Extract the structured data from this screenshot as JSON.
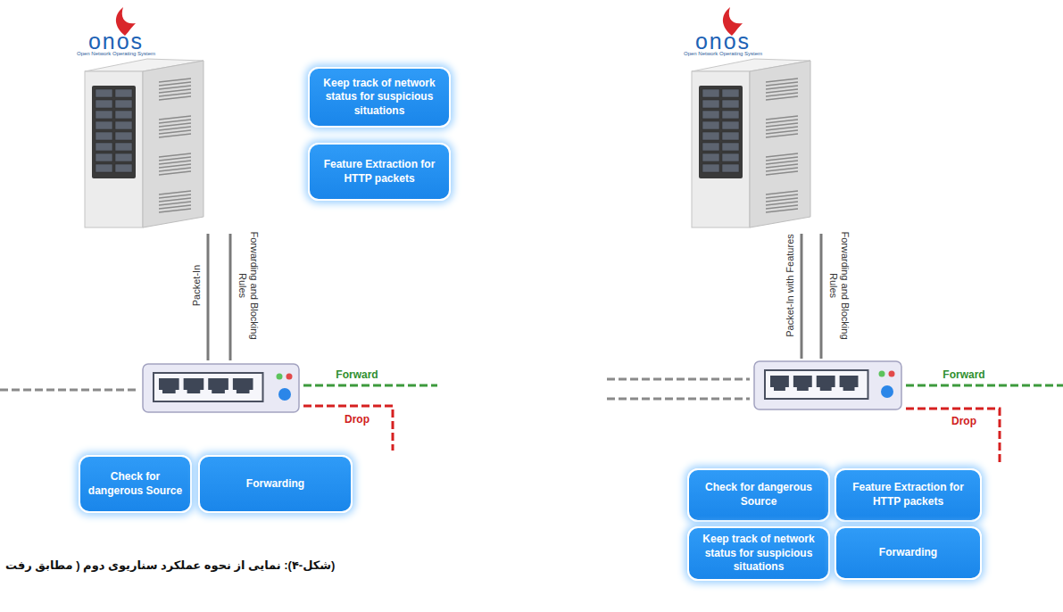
{
  "diagram": {
    "caption": "(شکل-۴): نمایی از نحوه عملکرد سناریوی دوم ( مطابق رفت",
    "nodes": [
      {
        "text": [
          "Keep track of network status for suspicious situations"
        ]
      },
      {
        "text": [
          "Feature Extraction for HTTP packets"
        ]
      },
      {
        "text": [
          "Check for dangerous Source"
        ]
      },
      {
        "text": [
          "Forwarding"
        ]
      },
      {
        "text": [
          "Check for dangerous Source"
        ]
      },
      {
        "text": [
          "Feature Extraction for HTTP packets"
        ]
      },
      {
        "text": [
          "Keep track of network status for suspicious situations"
        ]
      },
      {
        "text": [
          "Forwarding"
        ]
      }
    ],
    "labels": [
      "onos",
      "Open Network Operating System",
      "Packet-In",
      "Forwarding and Blocking Rules",
      "Forward",
      "Drop",
      "onos",
      "Open Network Operating System",
      "Packet-In with Features",
      "Forwarding and Blocking Rules",
      "Forward",
      "Drop"
    ]
  }
}
